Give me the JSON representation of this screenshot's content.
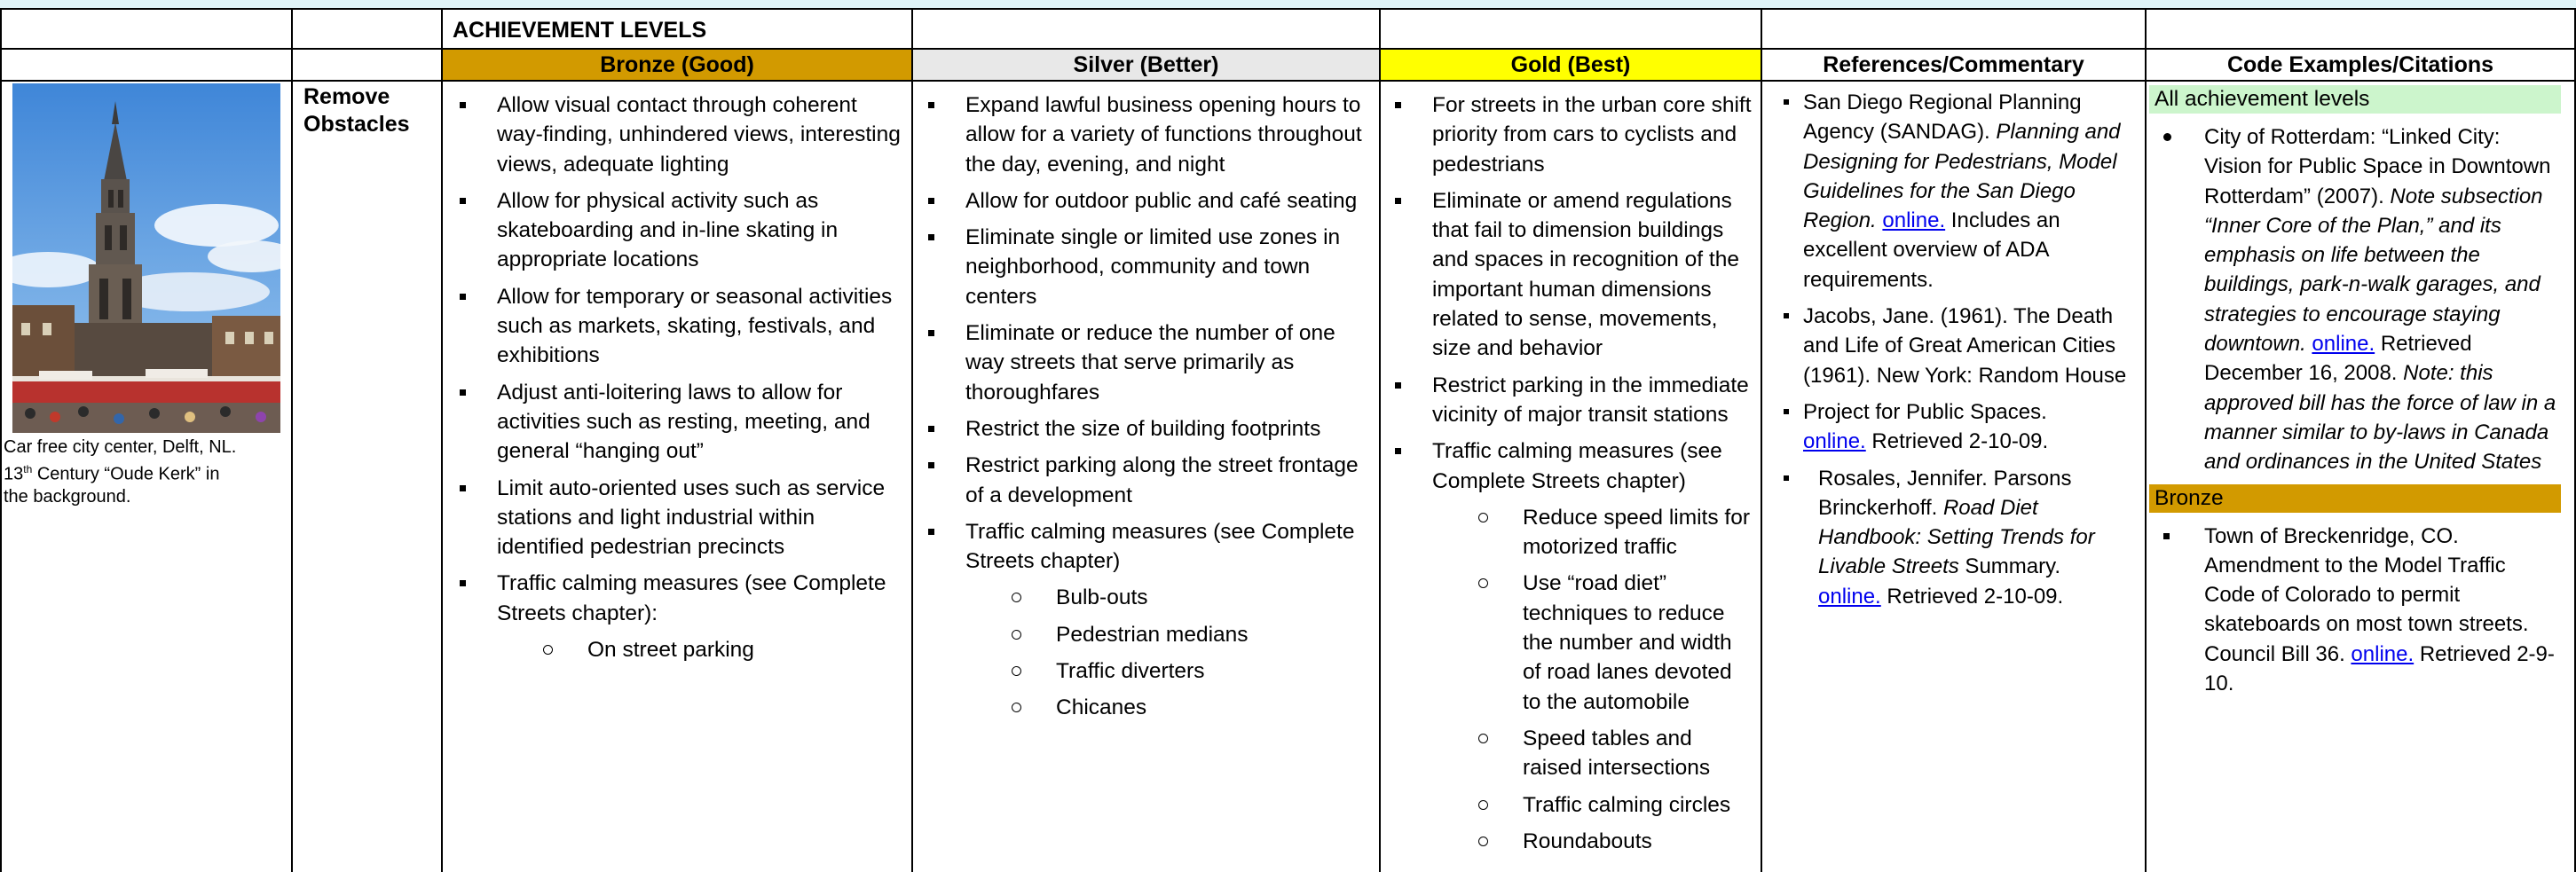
{
  "header": {
    "achievement_levels": "ACHIEVEMENT LEVELS",
    "bronze": "Bronze (Good)",
    "silver": "Silver (Better)",
    "gold": "Gold (Best)",
    "references": "References/Commentary",
    "code": "Code Examples/Citations"
  },
  "colors": {
    "bronze": "#d29a00",
    "silver": "#e8e8e8",
    "gold": "#ffff00",
    "all_levels": "#ccf5cc",
    "top_strip": "#dff3f7",
    "link": "#0000ee"
  },
  "photo": {
    "caption_line1": "Car free city center, Delft, NL.",
    "caption_line2_pre": "13",
    "caption_line2_sup": "th",
    "caption_line2_post": " Century “Oude Kerk” in",
    "caption_line3": "the background."
  },
  "row_label": "Remove Obstacles",
  "bronze_items": [
    "Allow visual contact through coherent way-finding, unhindered views, interesting views, adequate lighting",
    "Allow for physical activity such as skateboarding and in-line skating in appropriate locations",
    "Allow for temporary or seasonal activities such as markets, skating, festivals, and exhibitions",
    "Adjust anti-loitering laws to allow for activities such as resting, meeting, and general “hanging out”",
    "Limit auto-oriented uses such as service stations and light industrial within identified pedestrian precincts",
    "Traffic calming measures (see Complete Streets chapter):"
  ],
  "bronze_sub": [
    "On street parking"
  ],
  "silver_items": [
    "Expand lawful business opening hours to allow for a variety of functions throughout the day, evening, and night",
    "Allow for outdoor public and café seating",
    "Eliminate single or limited use zones in neighborhood, community and town centers",
    "Eliminate or reduce the number of one way streets that serve primarily as thoroughfares",
    "Restrict the size of building footprints",
    "Restrict parking along the street frontage of a development",
    " Traffic calming measures (see Complete Streets chapter)"
  ],
  "silver_sub": [
    "Bulb-outs",
    "Pedestrian medians",
    "Traffic diverters",
    "Chicanes"
  ],
  "gold_items": [
    "For streets in the urban core shift priority from cars to cyclists and pedestrians",
    "Eliminate or amend regulations that fail to dimension buildings and spaces in recognition of the important human dimensions related to sense, movements, size and behavior",
    "Restrict parking in the immediate vicinity of major transit stations",
    "Traffic calming measures (see Complete Streets chapter)"
  ],
  "gold_sub": [
    "Reduce speed limits for motorized traffic",
    "Use “road diet” techniques to reduce the number and width of road lanes devoted to the automobile",
    "Speed tables and raised intersections",
    "Traffic calming circles",
    "Roundabouts"
  ],
  "references": {
    "ref1_a": "San Diego Regional Planning Agency (SANDAG). ",
    "ref1_b": "Planning and Designing for Pedestrians, Model Guidelines for the San Diego Region.",
    "ref1_link": "online.",
    "ref1_c": " Includes an excellent overview of ADA requirements.",
    "ref2": "Jacobs, Jane. (1961). The Death and Life of Great American Cities (1961). New York: Random House",
    "ref3_a": "Project for Public Spaces.",
    "ref3_link": "online.",
    "ref3_b": " Retrieved 2-10-09.",
    "ref4_a": "Rosales, Jennifer. Parsons Brinckerhoff. ",
    "ref4_b": "Road Diet Handbook: Setting Trends for Livable Streets",
    "ref4_c": " Summary.",
    "ref4_link": "online.",
    "ref4_d": " Retrieved 2-10-09."
  },
  "code": {
    "all_levels_label": "All achievement levels",
    "c1_a": "City of Rotterdam: “Linked City: Vision for Public Space in Downtown Rotterdam” (2007). ",
    "c1_b": "Note subsection “Inner Core of the Plan,” and its emphasis on life between the buildings, park-n-walk garages, and strategies to encourage staying downtown.",
    "c1_link": "online.",
    "c1_c": " Retrieved December 16, 2008. ",
    "c1_d": "Note: this approved bill has the force of law in a manner similar to by-laws in Canada and ordinances in the United States",
    "bronze_label": "Bronze",
    "c2_a": "Town of Breckenridge, CO. Amendment to the Model Traffic Code of Colorado to permit skateboards on most town streets. Council Bill 36.",
    "c2_link": "online.",
    "c2_b": " Retrieved 2-9-10."
  }
}
